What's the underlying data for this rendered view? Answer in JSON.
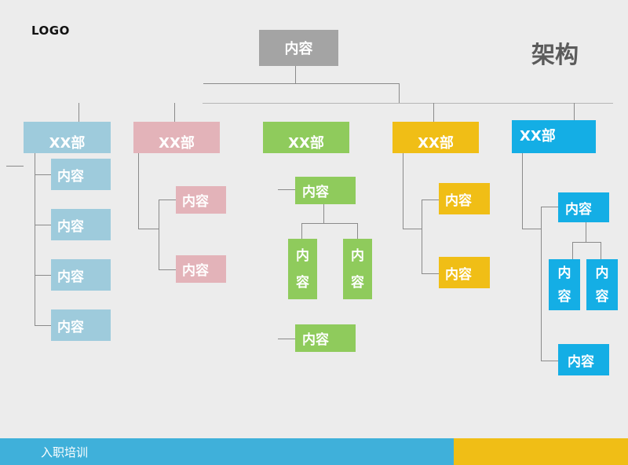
{
  "header": {
    "logo": "LOGO",
    "title": "架构"
  },
  "root": {
    "label": "内容"
  },
  "departments": [
    {
      "label": "XX部",
      "color": "#9ecbdc",
      "items": [
        "内容",
        "内容",
        "内容",
        "内容"
      ]
    },
    {
      "label": "XX部",
      "color": "#e3b3b9",
      "items": [
        "内容",
        "内容"
      ]
    },
    {
      "label": "XX部",
      "color": "#8fcb5c",
      "top": "内容",
      "split": [
        "内",
        "容",
        "内",
        "容"
      ],
      "bottom": "内容"
    },
    {
      "label": "XX部",
      "color": "#f0be16",
      "items": [
        "内容",
        "内容"
      ]
    },
    {
      "label": "XX部",
      "color": "#14aee5",
      "top": "内容",
      "split": [
        "内",
        "容",
        "内",
        "容"
      ],
      "bottom": "内容"
    }
  ],
  "footer": {
    "text": "入职培训"
  }
}
